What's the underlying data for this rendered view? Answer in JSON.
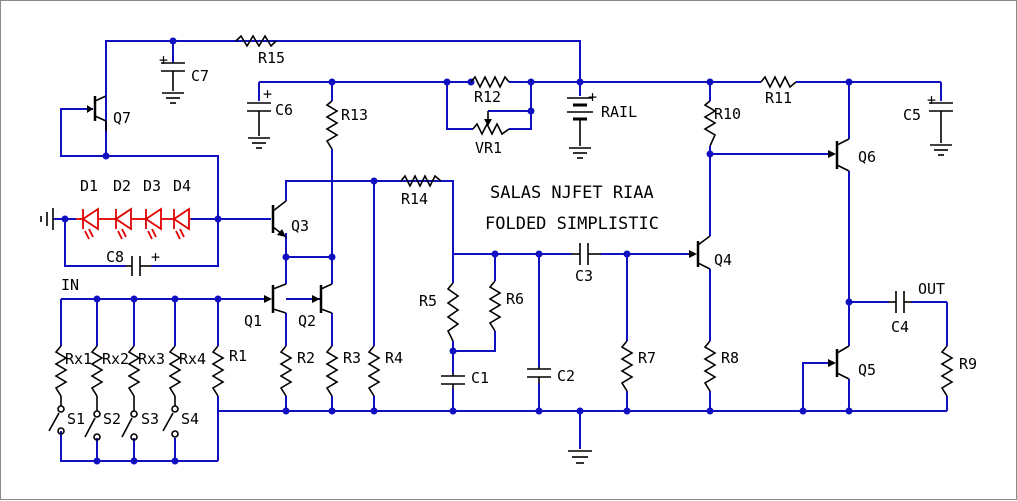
{
  "title_line1": "SALAS NJFET RIAA",
  "title_line2": "FOLDED SIMPLISTIC",
  "labels": {
    "Q1": "Q1",
    "Q2": "Q2",
    "Q3": "Q3",
    "Q4": "Q4",
    "Q5": "Q5",
    "Q6": "Q6",
    "Q7": "Q7",
    "R1": "R1",
    "R2": "R2",
    "R3": "R3",
    "R4": "R4",
    "R5": "R5",
    "R6": "R6",
    "R7": "R7",
    "R8": "R8",
    "R9": "R9",
    "R10": "R10",
    "R11": "R11",
    "R12": "R12",
    "R13": "R13",
    "R14": "R14",
    "R15": "R15",
    "VR1": "VR1",
    "C1": "C1",
    "C2": "C2",
    "C3": "C3",
    "C4": "C4",
    "C5": "C5",
    "C6": "C6",
    "C7": "C7",
    "C8": "C8",
    "D1": "D1",
    "D2": "D2",
    "D3": "D3",
    "D4": "D4",
    "Rx1": "Rx1",
    "Rx2": "Rx2",
    "Rx3": "Rx3",
    "Rx4": "Rx4",
    "S1": "S1",
    "S2": "S2",
    "S3": "S3",
    "S4": "S4",
    "IN": "IN",
    "OUT": "OUT",
    "RAIL": "RAIL",
    "plus": "+"
  }
}
